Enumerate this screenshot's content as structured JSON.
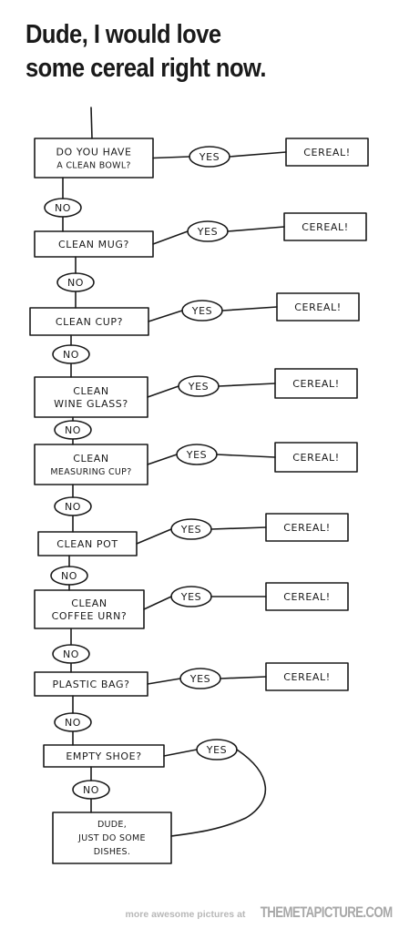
{
  "title": {
    "line1": "Dude, I would love",
    "line2": "some cereal right now."
  },
  "flowchart": {
    "questions": [
      {
        "lines": [
          "DO YOU HAVE",
          "A CLEAN BOWL?"
        ],
        "yes": "YES",
        "result": "CEREAL!",
        "no": "NO"
      },
      {
        "lines": [
          "CLEAN MUG?"
        ],
        "yes": "YES",
        "result": "CEREAL!",
        "no": "NO"
      },
      {
        "lines": [
          "CLEAN CUP?"
        ],
        "yes": "YES",
        "result": "CEREAL!",
        "no": "NO"
      },
      {
        "lines": [
          "CLEAN",
          "WINE GLASS?"
        ],
        "yes": "YES",
        "result": "CEREAL!",
        "no": "NO"
      },
      {
        "lines": [
          "CLEAN",
          "MEASURING CUP?"
        ],
        "yes": "YES",
        "result": "CEREAL!",
        "no": "NO"
      },
      {
        "lines": [
          "CLEAN POT"
        ],
        "yes": "YES",
        "result": "CEREAL!",
        "no": "NO"
      },
      {
        "lines": [
          "CLEAN",
          "COFFEE URN?"
        ],
        "yes": "YES",
        "result": "CEREAL!",
        "no": "NO"
      },
      {
        "lines": [
          "PLASTIC BAG?"
        ],
        "yes": "YES",
        "result": "CEREAL!",
        "no": "NO"
      },
      {
        "lines": [
          "EMPTY SHOE?"
        ],
        "yes": "YES",
        "no": "NO"
      }
    ],
    "final": {
      "lines": [
        "DUDE,",
        "JUST DO SOME",
        "DISHES."
      ]
    }
  },
  "footer": {
    "more_text": "more awesome pictures at",
    "site": "THEMETAPICTURE.COM"
  }
}
